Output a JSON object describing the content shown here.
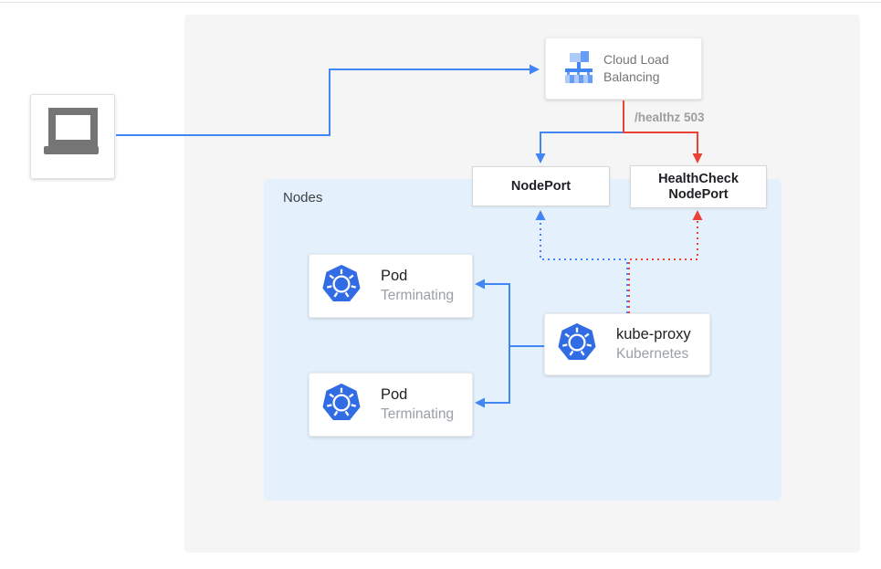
{
  "colors": {
    "blue": "#4285f4",
    "red": "#ea4335",
    "k8s-blue": "#326ce5",
    "panel-bg": "#f5f5f6",
    "nodes-bg": "#e4f0fc",
    "label-gray": "#9e9e9e",
    "icon-gray": "#757575",
    "lb-light": "#aecbfa",
    "lb-mid": "#669df6"
  },
  "nodes_container": {
    "label": "Nodes"
  },
  "load_balancer": {
    "label": "Cloud Load Balancing"
  },
  "edge_label": "/healthz 503",
  "nodeport": {
    "label": "NodePort"
  },
  "healthcheck_nodeport": {
    "label": "HealthCheck NodePort"
  },
  "pods": [
    {
      "title": "Pod",
      "subtitle": "Terminating"
    },
    {
      "title": "Pod",
      "subtitle": "Terminating"
    }
  ],
  "kube_proxy": {
    "title": "kube-proxy",
    "subtitle": "Kubernetes"
  }
}
